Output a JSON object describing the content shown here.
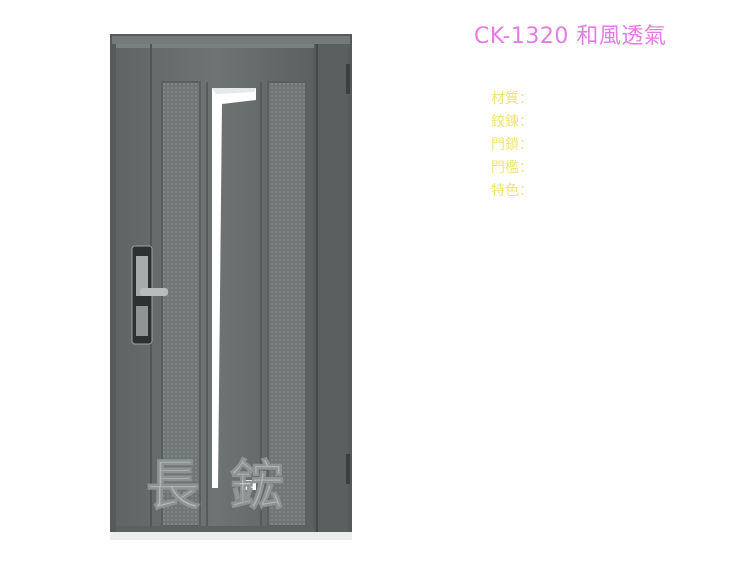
{
  "product": {
    "title": "CK-1320 和風透氣",
    "title_color": "#e57be5"
  },
  "specs": {
    "color": "#f2e37a",
    "items": [
      {
        "label": "材質："
      },
      {
        "label": "鉸鍊："
      },
      {
        "label": "門鎖："
      },
      {
        "label": "門檻："
      },
      {
        "label": "特色："
      }
    ]
  },
  "door": {
    "body_color": "#6a6f6f",
    "frame_color": "#565a5a",
    "glass_color": "#ffffff",
    "watermark_text": "長鋐"
  }
}
